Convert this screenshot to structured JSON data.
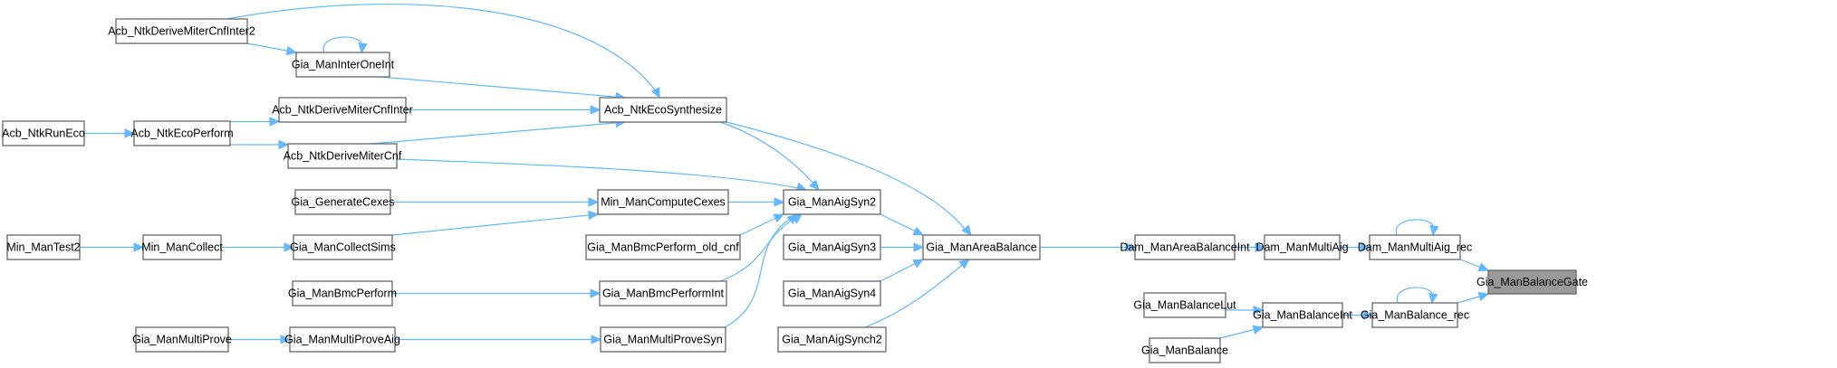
{
  "title": "Gia_ManBalanceGate caller graph",
  "colors": {
    "edge": "#63b8ff",
    "node_border": "#666666",
    "target_fill": "#999999",
    "node_fill": "#ffffff"
  },
  "target": "Gia_ManBalanceGate",
  "nodes": [
    {
      "id": "n0",
      "label": "Gia_ManBalanceGate",
      "target": true
    },
    {
      "id": "n1",
      "label": "Dam_ManMultiAig_rec"
    },
    {
      "id": "n2",
      "label": "Gia_ManBalance_rec"
    },
    {
      "id": "n3",
      "label": "Dam_ManMultiAig"
    },
    {
      "id": "n4",
      "label": "Gia_ManBalanceInt"
    },
    {
      "id": "n5",
      "label": "Dam_ManAreaBalanceInt"
    },
    {
      "id": "n6",
      "label": "Gia_ManBalanceLut"
    },
    {
      "id": "n7",
      "label": "Gia_ManBalance"
    },
    {
      "id": "n8",
      "label": "Gia_ManAreaBalance"
    },
    {
      "id": "n9",
      "label": "Acb_NtkEcoSynthesize"
    },
    {
      "id": "n10",
      "label": "Gia_ManAigSyn2"
    },
    {
      "id": "n11",
      "label": "Gia_ManAigSyn3"
    },
    {
      "id": "n12",
      "label": "Gia_ManAigSyn4"
    },
    {
      "id": "n13",
      "label": "Gia_ManAigSynch2"
    },
    {
      "id": "n14",
      "label": "Acb_NtkDeriveMiterCnfInter2"
    },
    {
      "id": "n15",
      "label": "Gia_ManInterOneInt"
    },
    {
      "id": "n16",
      "label": "Acb_NtkDeriveMiterCnfInter"
    },
    {
      "id": "n17",
      "label": "Acb_NtkDeriveMiterCnf"
    },
    {
      "id": "n18",
      "label": "Acb_NtkEcoPerform"
    },
    {
      "id": "n19",
      "label": "Acb_NtkRunEco"
    },
    {
      "id": "n20",
      "label": "Min_ManComputeCexes"
    },
    {
      "id": "n21",
      "label": "Gia_GenerateCexes"
    },
    {
      "id": "n22",
      "label": "Gia_ManCollectSims"
    },
    {
      "id": "n23",
      "label": "Min_ManCollect"
    },
    {
      "id": "n24",
      "label": "Min_ManTest2"
    },
    {
      "id": "n25",
      "label": "Gia_ManBmcPerform_old_cnf"
    },
    {
      "id": "n26",
      "label": "Gia_ManBmcPerformInt"
    },
    {
      "id": "n27",
      "label": "Gia_ManBmcPerform"
    },
    {
      "id": "n28",
      "label": "Gia_ManMultiProveSyn"
    },
    {
      "id": "n29",
      "label": "Gia_ManMultiProveAig"
    },
    {
      "id": "n30",
      "label": "Gia_ManMultiProve"
    }
  ],
  "edges": [
    {
      "from": "Dam_ManMultiAig_rec",
      "to": "Gia_ManBalanceGate"
    },
    {
      "from": "Gia_ManBalance_rec",
      "to": "Gia_ManBalanceGate"
    },
    {
      "from": "Dam_ManMultiAig_rec",
      "to": "Dam_ManMultiAig_rec"
    },
    {
      "from": "Gia_ManBalance_rec",
      "to": "Gia_ManBalance_rec"
    },
    {
      "from": "Dam_ManMultiAig",
      "to": "Dam_ManMultiAig_rec"
    },
    {
      "from": "Gia_ManBalanceInt",
      "to": "Gia_ManBalance_rec"
    },
    {
      "from": "Dam_ManAreaBalanceInt",
      "to": "Dam_ManMultiAig"
    },
    {
      "from": "Gia_ManBalanceLut",
      "to": "Gia_ManBalanceInt"
    },
    {
      "from": "Gia_ManBalance",
      "to": "Gia_ManBalanceInt"
    },
    {
      "from": "Gia_ManAreaBalance",
      "to": "Dam_ManAreaBalanceInt"
    },
    {
      "from": "Acb_NtkEcoSynthesize",
      "to": "Gia_ManAreaBalance"
    },
    {
      "from": "Gia_ManAigSyn2",
      "to": "Gia_ManAreaBalance"
    },
    {
      "from": "Gia_ManAigSyn3",
      "to": "Gia_ManAreaBalance"
    },
    {
      "from": "Gia_ManAigSyn4",
      "to": "Gia_ManAreaBalance"
    },
    {
      "from": "Gia_ManAigSynch2",
      "to": "Gia_ManAreaBalance"
    },
    {
      "from": "Acb_NtkDeriveMiterCnfInter2",
      "to": "Acb_NtkEcoSynthesize"
    },
    {
      "from": "Gia_ManInterOneInt",
      "to": "Acb_NtkEcoSynthesize"
    },
    {
      "from": "Acb_NtkDeriveMiterCnfInter",
      "to": "Acb_NtkEcoSynthesize"
    },
    {
      "from": "Acb_NtkDeriveMiterCnf",
      "to": "Acb_NtkEcoSynthesize"
    },
    {
      "from": "Acb_NtkEcoSynthesize",
      "to": "Gia_ManAigSyn2"
    },
    {
      "from": "Acb_NtkDeriveMiterCnfInter2",
      "to": "Gia_ManInterOneInt"
    },
    {
      "from": "Gia_ManInterOneInt",
      "to": "Gia_ManInterOneInt"
    },
    {
      "from": "Acb_NtkEcoPerform",
      "to": "Acb_NtkDeriveMiterCnfInter"
    },
    {
      "from": "Acb_NtkEcoPerform",
      "to": "Acb_NtkDeriveMiterCnf"
    },
    {
      "from": "Acb_NtkRunEco",
      "to": "Acb_NtkEcoPerform"
    },
    {
      "from": "Acb_NtkDeriveMiterCnf",
      "to": "Gia_ManAigSyn2"
    },
    {
      "from": "Min_ManComputeCexes",
      "to": "Gia_ManAigSyn2"
    },
    {
      "from": "Gia_GenerateCexes",
      "to": "Min_ManComputeCexes"
    },
    {
      "from": "Gia_ManCollectSims",
      "to": "Min_ManComputeCexes"
    },
    {
      "from": "Min_ManCollect",
      "to": "Gia_ManCollectSims"
    },
    {
      "from": "Min_ManTest2",
      "to": "Min_ManCollect"
    },
    {
      "from": "Gia_ManBmcPerform_old_cnf",
      "to": "Gia_ManAigSyn2"
    },
    {
      "from": "Gia_ManBmcPerformInt",
      "to": "Gia_ManAigSyn2"
    },
    {
      "from": "Gia_ManBmcPerform",
      "to": "Gia_ManBmcPerformInt"
    },
    {
      "from": "Gia_ManMultiProveSyn",
      "to": "Gia_ManAigSyn2"
    },
    {
      "from": "Gia_ManMultiProveAig",
      "to": "Gia_ManMultiProveSyn"
    },
    {
      "from": "Gia_ManMultiProve",
      "to": "Gia_ManMultiProveAig"
    }
  ]
}
